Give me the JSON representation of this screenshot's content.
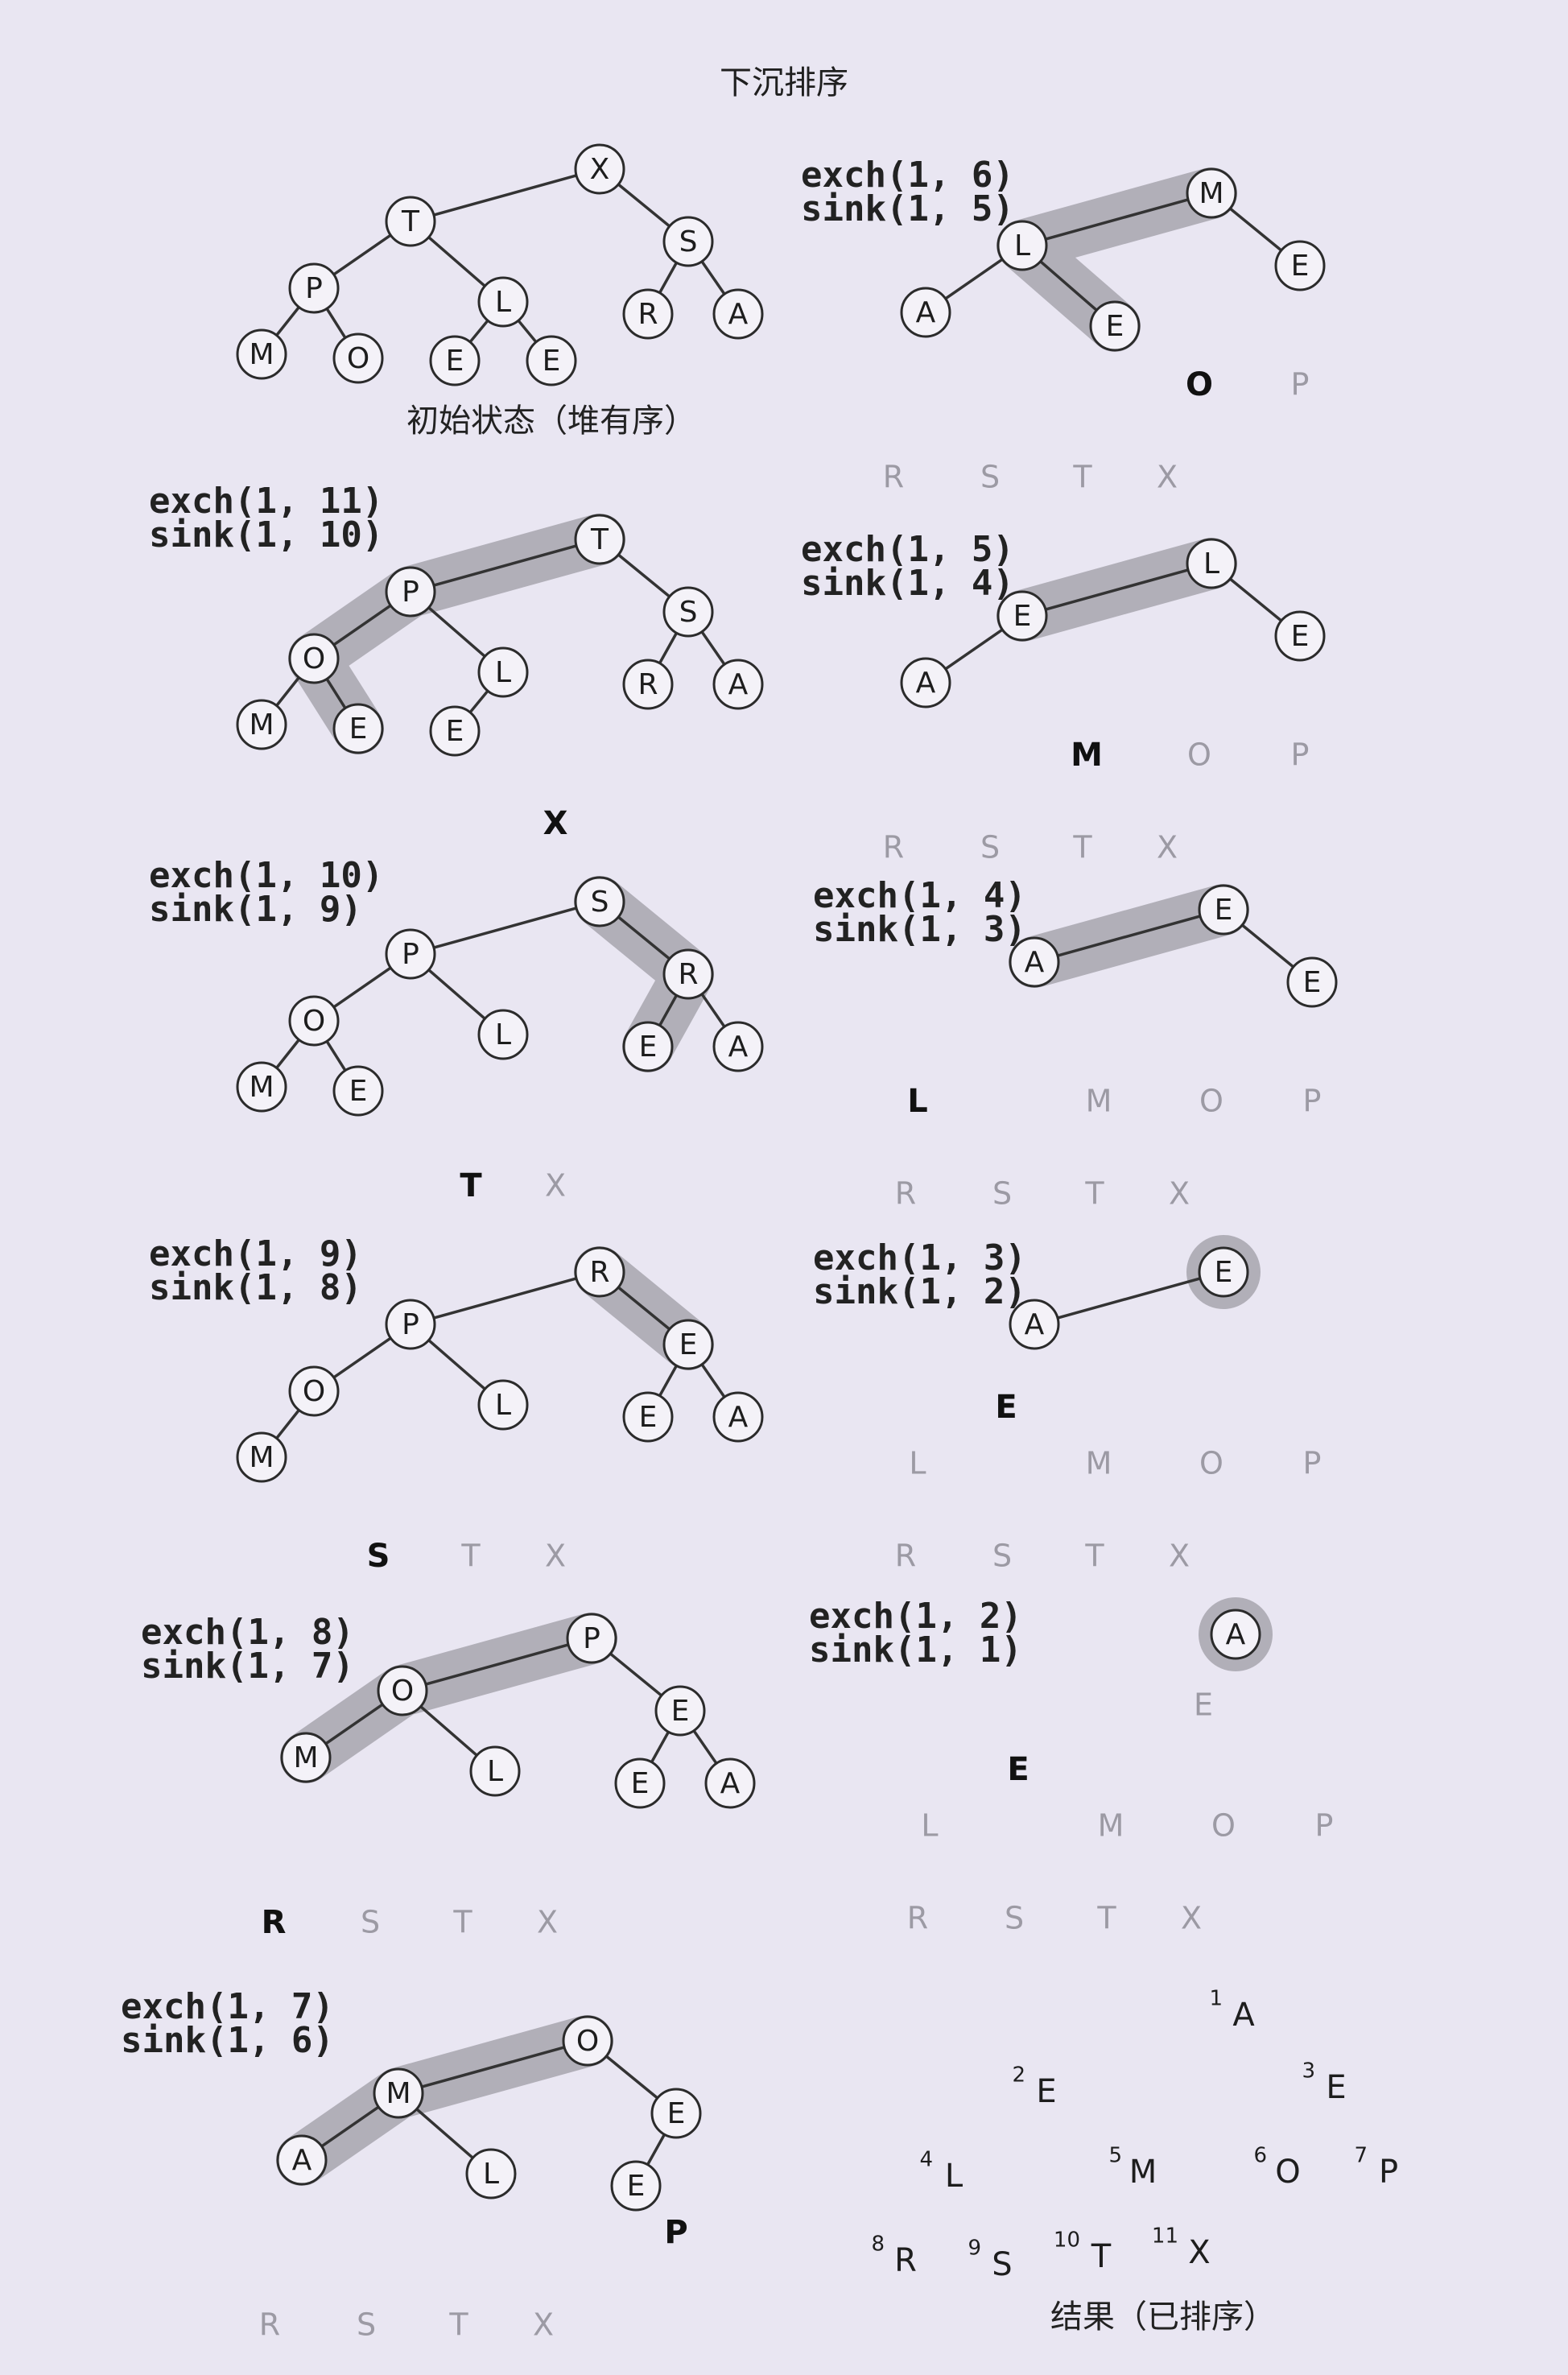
{
  "title": "下沉排序",
  "initial": {
    "caption": "初始状态（堆有序）",
    "nodes": [
      "X",
      "T",
      "S",
      "P",
      "L",
      "R",
      "A",
      "M",
      "O",
      "E",
      "E"
    ]
  },
  "steps": [
    {
      "op1": "exch(1, 11)",
      "op2": "sink(1, 10)",
      "nodes": [
        "T",
        "P",
        "S",
        "O",
        "L",
        "R",
        "A",
        "M",
        "E",
        "E"
      ],
      "path": [
        1,
        2,
        4,
        9
      ],
      "removed": [
        "X"
      ]
    },
    {
      "op1": "exch(1, 10)",
      "op2": "sink(1, 9)",
      "nodes": [
        "S",
        "P",
        "R",
        "O",
        "L",
        "E",
        "A",
        "M",
        "E"
      ],
      "path": [
        1,
        3,
        6
      ],
      "removed": [
        "T",
        "X"
      ]
    },
    {
      "op1": "exch(1, 9)",
      "op2": "sink(1, 8)",
      "nodes": [
        "R",
        "P",
        "E",
        "O",
        "L",
        "E",
        "A",
        "M"
      ],
      "path": [
        1,
        3
      ],
      "removed": [
        "S",
        "T",
        "X"
      ]
    },
    {
      "op1": "exch(1, 8)",
      "op2": "sink(1, 7)",
      "nodes": [
        "P",
        "O",
        "E",
        "M",
        "L",
        "E",
        "A"
      ],
      "path": [
        1,
        2,
        4
      ],
      "removed": [
        "R",
        "S",
        "T",
        "X"
      ]
    },
    {
      "op1": "exch(1, 7)",
      "op2": "sink(1, 6)",
      "nodes": [
        "O",
        "M",
        "E",
        "A",
        "L",
        "E"
      ],
      "path": [
        1,
        2,
        4
      ],
      "removed": [
        "P",
        "R",
        "S",
        "T",
        "X"
      ]
    },
    {
      "op1": "exch(1, 6)",
      "op2": "sink(1, 5)",
      "nodes": [
        "M",
        "L",
        "E",
        "A",
        "E"
      ],
      "path": [
        1,
        2,
        5
      ],
      "removed": [
        "O",
        "P",
        "R",
        "S",
        "T",
        "X"
      ]
    },
    {
      "op1": "exch(1, 5)",
      "op2": "sink(1, 4)",
      "nodes": [
        "L",
        "E",
        "E",
        "A"
      ],
      "path": [
        1,
        2
      ],
      "removed": [
        "M",
        "O",
        "P",
        "R",
        "S",
        "T",
        "X"
      ]
    },
    {
      "op1": "exch(1, 4)",
      "op2": "sink(1, 3)",
      "nodes": [
        "E",
        "A",
        "E"
      ],
      "path": [
        1,
        2
      ],
      "removed": [
        "L",
        "M",
        "O",
        "P",
        "R",
        "S",
        "T",
        "X"
      ]
    },
    {
      "op1": "exch(1, 3)",
      "op2": "sink(1, 2)",
      "nodes": [
        "E",
        "A"
      ],
      "path": [
        1
      ],
      "removed": [
        "E",
        "L",
        "M",
        "O",
        "P",
        "R",
        "S",
        "T",
        "X"
      ]
    },
    {
      "op1": "exch(1, 2)",
      "op2": "sink(1, 1)",
      "nodes": [
        "A"
      ],
      "path": [
        1
      ],
      "removed": [
        "E",
        "E",
        "L",
        "M",
        "O",
        "P",
        "R",
        "S",
        "T",
        "X"
      ]
    }
  ],
  "result": {
    "caption": "结果（已排序）",
    "items": [
      {
        "n": "1",
        "v": "A"
      },
      {
        "n": "2",
        "v": "E"
      },
      {
        "n": "3",
        "v": "E"
      },
      {
        "n": "4",
        "v": "L"
      },
      {
        "n": "5",
        "v": "M"
      },
      {
        "n": "6",
        "v": "O"
      },
      {
        "n": "7",
        "v": "P"
      },
      {
        "n": "8",
        "v": "R"
      },
      {
        "n": "9",
        "v": "S"
      },
      {
        "n": "10",
        "v": "T"
      },
      {
        "n": "11",
        "v": "X"
      }
    ]
  }
}
